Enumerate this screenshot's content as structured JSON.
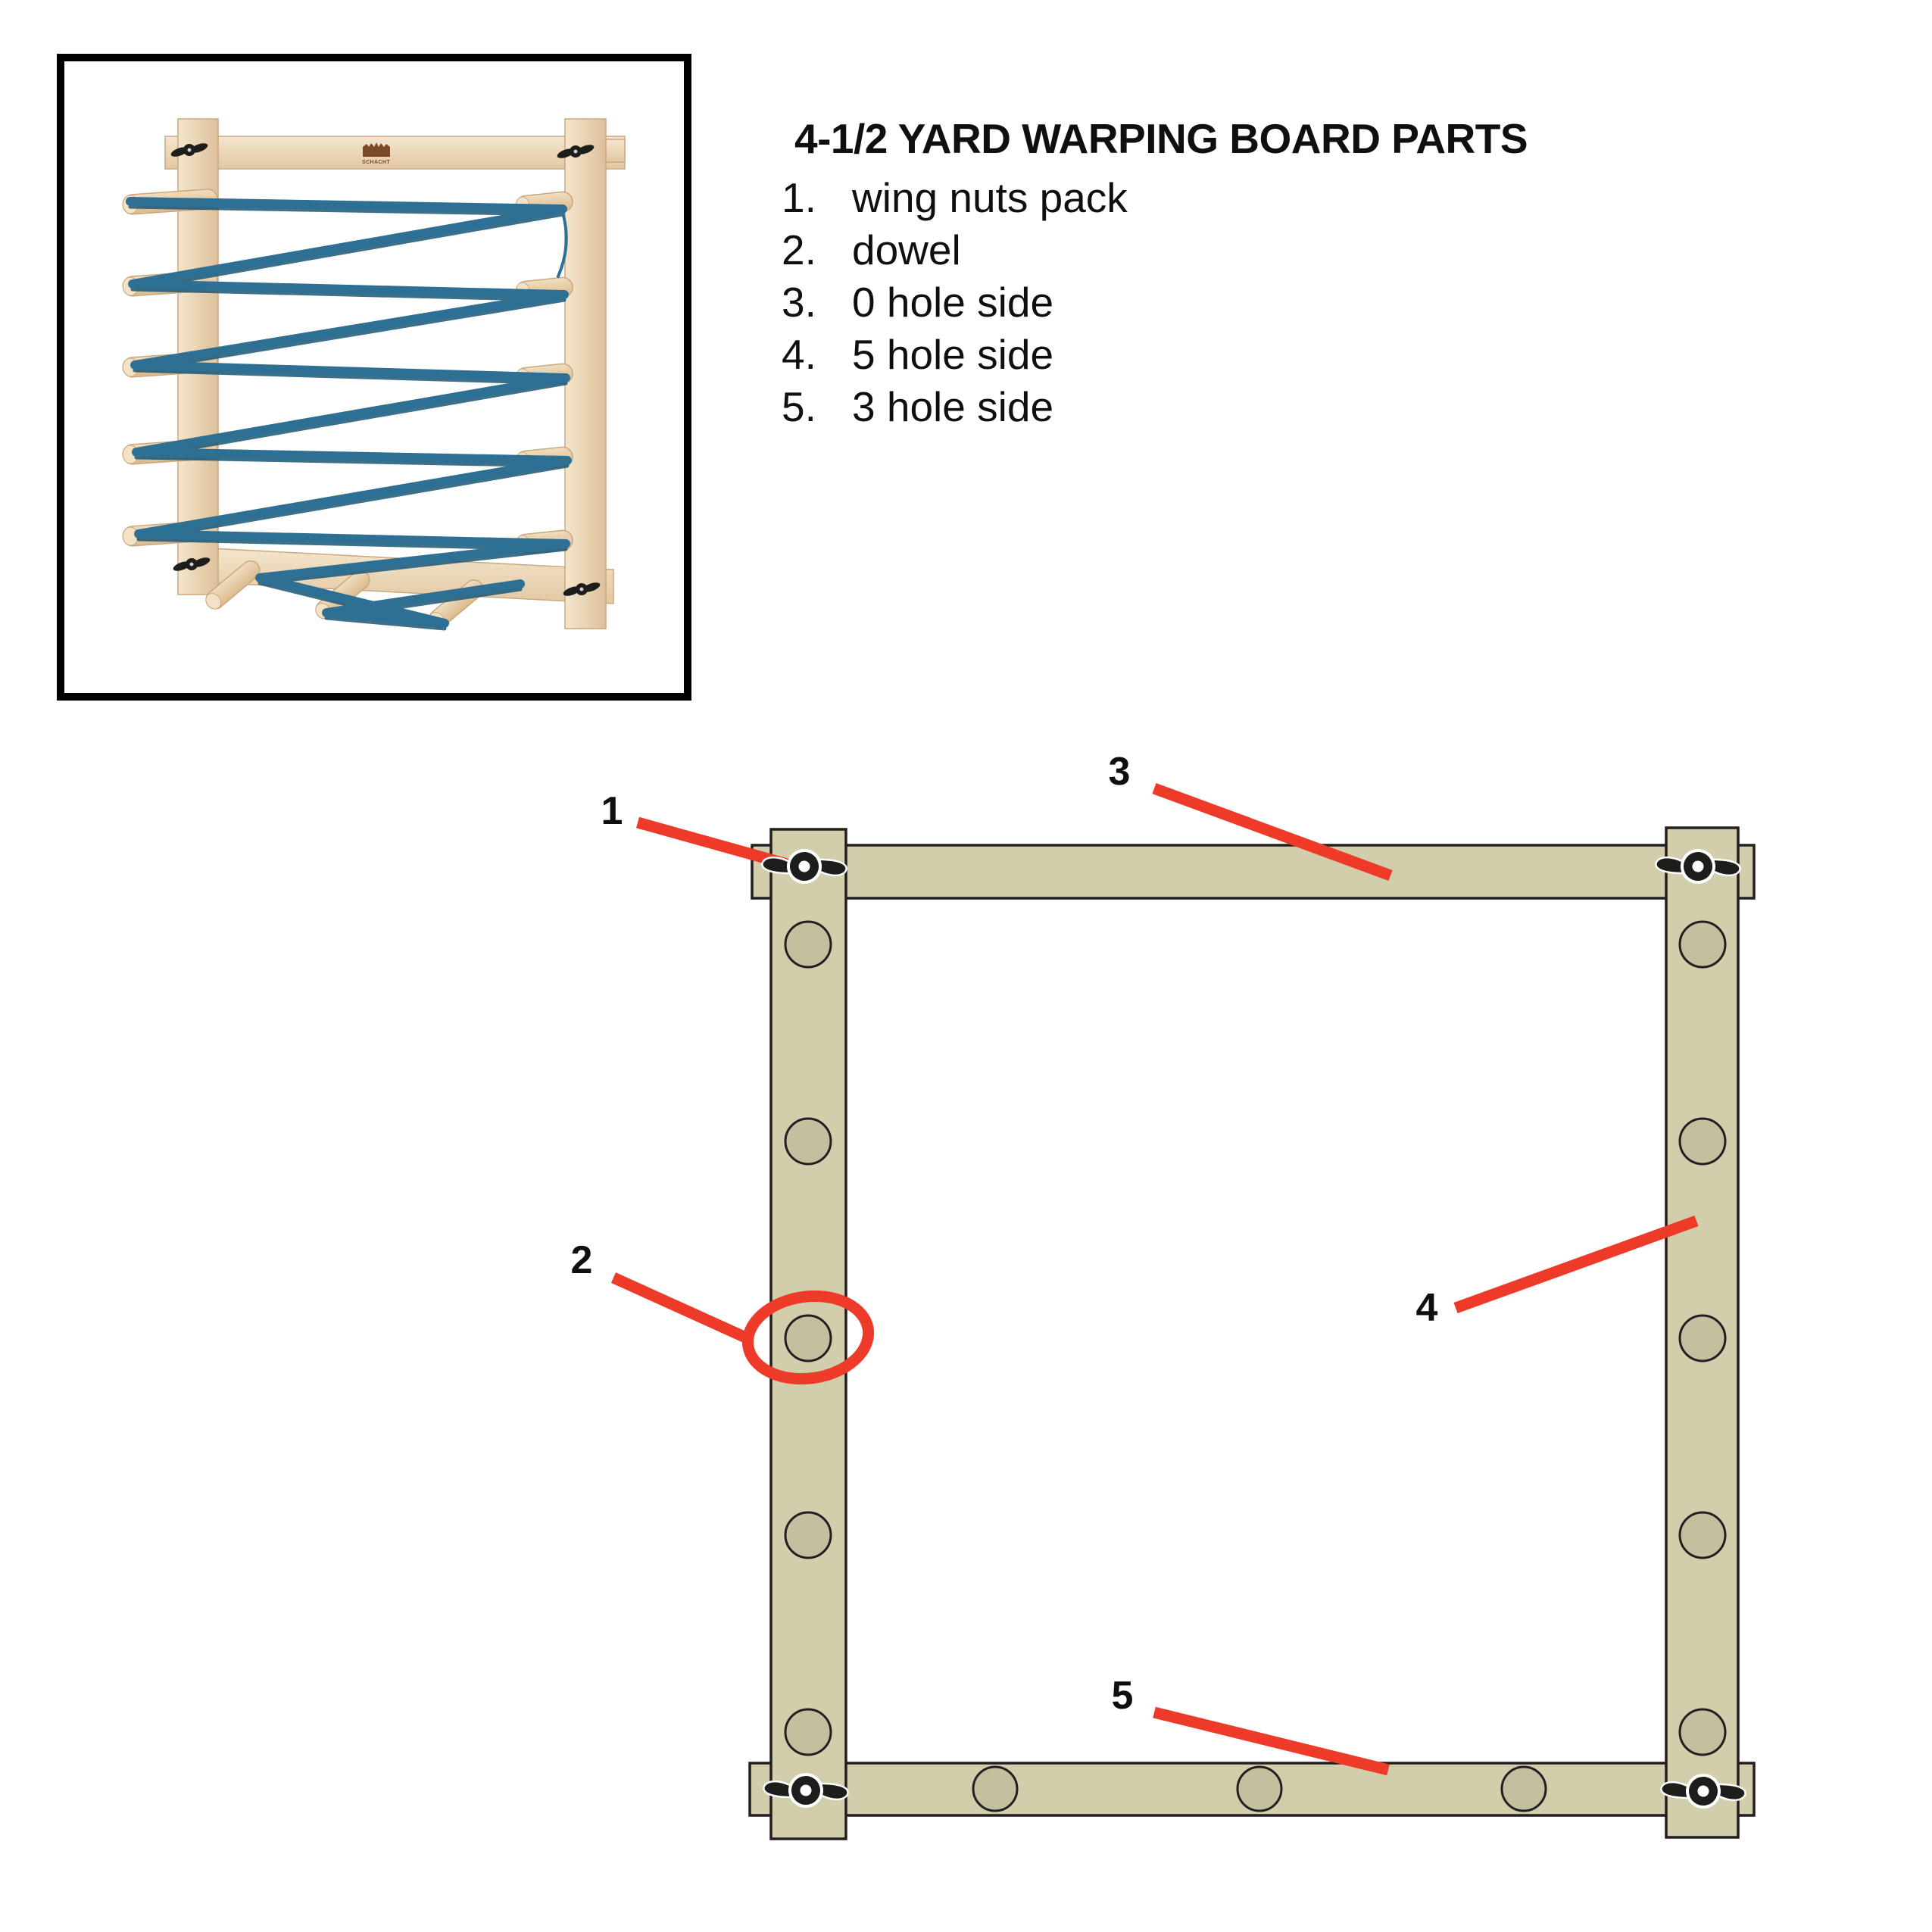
{
  "photo": {
    "logo_text": "SCHACHT"
  },
  "parts_list": {
    "title": "4-1/2 YARD WARPING BOARD PARTS",
    "items": [
      {
        "num": "1.",
        "label": "wing nuts pack"
      },
      {
        "num": "2.",
        "label": "dowel"
      },
      {
        "num": "3.",
        "label": "0 hole side"
      },
      {
        "num": "4.",
        "label": "5 hole side"
      },
      {
        "num": "5.",
        "label": "3 hole side"
      }
    ]
  },
  "diagram": {
    "callouts": [
      "1",
      "2",
      "3",
      "4",
      "5"
    ]
  },
  "colors": {
    "accent_red": "#ee3a28",
    "rail_fill": "#d2cdab",
    "hole_fill": "#c4bf9f",
    "outline_dark": "#231f20",
    "text_black": "#0f0f0f",
    "frame_black": "#000000",
    "wood_light": "#f4e6cd",
    "wood_mid": "#e7d0ae",
    "wood_shadow": "#c9a87e",
    "peg_face": "#f3e2c6",
    "yarn_teal": "#2e7094",
    "yarn_dark": "#1d5674",
    "logo_brown": "#7a4a28",
    "nut_black": "#1d1d1b"
  }
}
